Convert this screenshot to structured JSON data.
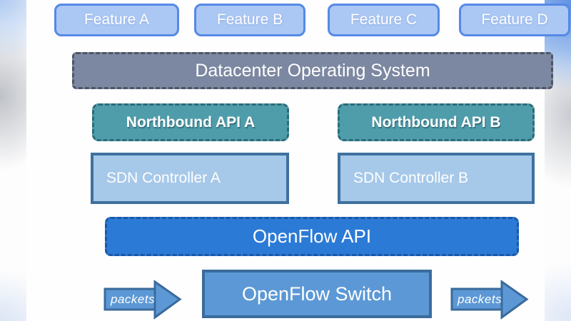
{
  "diagram": {
    "title_context": "SDN architecture stack",
    "features": [
      "Feature A",
      "Feature B",
      "Feature C",
      "Feature D"
    ],
    "dos_label": "Datacenter Operating System",
    "northbound_apis": [
      "Northbound API A",
      "Northbound API B"
    ],
    "sdn_controllers": [
      "SDN Controller A",
      "SDN Controller B"
    ],
    "openflow_api_label": "OpenFlow API",
    "openflow_switch_label": "OpenFlow Switch",
    "packets_left_label": "packets",
    "packets_right_label": "packets",
    "colors": {
      "feature_fill": "#abc7f3",
      "feature_border": "#5689e5",
      "dos_fill": "#7c87a1",
      "dos_border": "#4d5565",
      "northbound_fill": "#4f9dab",
      "northbound_border": "#2c6b77",
      "sdn_fill": "#a6c8e9",
      "sdn_border": "#3e719e",
      "openflow_api_fill": "#2b7ad6",
      "openflow_api_border": "#1a57a5",
      "switch_fill": "#5c98d5",
      "switch_border": "#3a6b9c",
      "text": "#ffffff"
    }
  }
}
